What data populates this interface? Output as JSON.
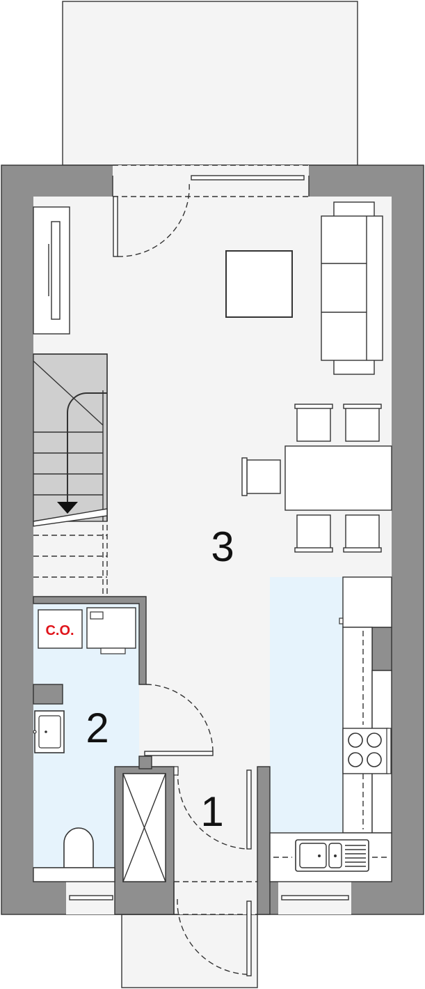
{
  "rooms": [
    {
      "id": "1",
      "label": "1"
    },
    {
      "id": "2",
      "label": "2"
    },
    {
      "id": "3",
      "label": "3"
    }
  ],
  "boiler_label": "C.O.",
  "colors": {
    "wall": "#8f8f8f",
    "floor": "#f4f4f4",
    "wet_area": "#e6f3fc",
    "stairs": "#cfcfcf",
    "line": "#333333",
    "boiler_text": "#e0151b"
  }
}
